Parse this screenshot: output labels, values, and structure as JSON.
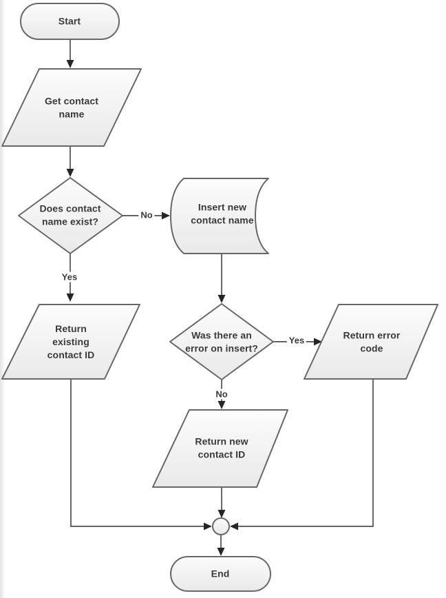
{
  "colors": {
    "background": "#ffffff",
    "shape_fill_top": "#fcfcfc",
    "shape_fill_bottom": "#e9e9e9",
    "shape_stroke": "#676767",
    "connector": "#4d4d4d",
    "arrowhead": "#262626",
    "text": "#3a3a3a"
  },
  "flowchart": {
    "nodes": {
      "start": {
        "shape": "terminator",
        "label": "Start"
      },
      "get_contact_name": {
        "shape": "parallelogram",
        "label": "Get contact\nname"
      },
      "does_contact_exist": {
        "shape": "decision",
        "label": "Does contact\nname exist?"
      },
      "insert_new_contact": {
        "shape": "stored-data",
        "label": "Insert new\ncontact name"
      },
      "return_existing": {
        "shape": "parallelogram",
        "label": "Return\nexisting\ncontact ID"
      },
      "was_there_error": {
        "shape": "decision",
        "label": "Was there an\nerror on insert?"
      },
      "return_error": {
        "shape": "parallelogram",
        "label": "Return error\ncode"
      },
      "return_new": {
        "shape": "parallelogram",
        "label": "Return new\ncontact ID"
      },
      "junction": {
        "shape": "connector-circle",
        "label": ""
      },
      "end": {
        "shape": "terminator",
        "label": "End"
      }
    },
    "edge_labels": {
      "exist_no": "No",
      "exist_yes": "Yes",
      "error_yes": "Yes",
      "error_no": "No"
    }
  }
}
